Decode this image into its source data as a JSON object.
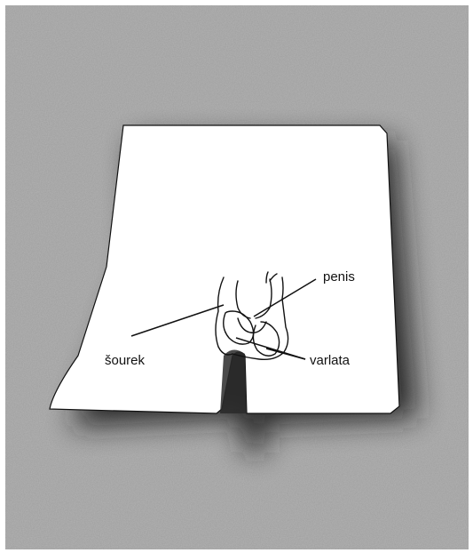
{
  "labels": {
    "penis": "penis",
    "scrotum": "šourek",
    "testes": "varlata"
  },
  "colors": {
    "background": "#9e9e9e",
    "figure": "#ffffff",
    "ink": "#111111",
    "shadow": "#1a1a1a"
  }
}
